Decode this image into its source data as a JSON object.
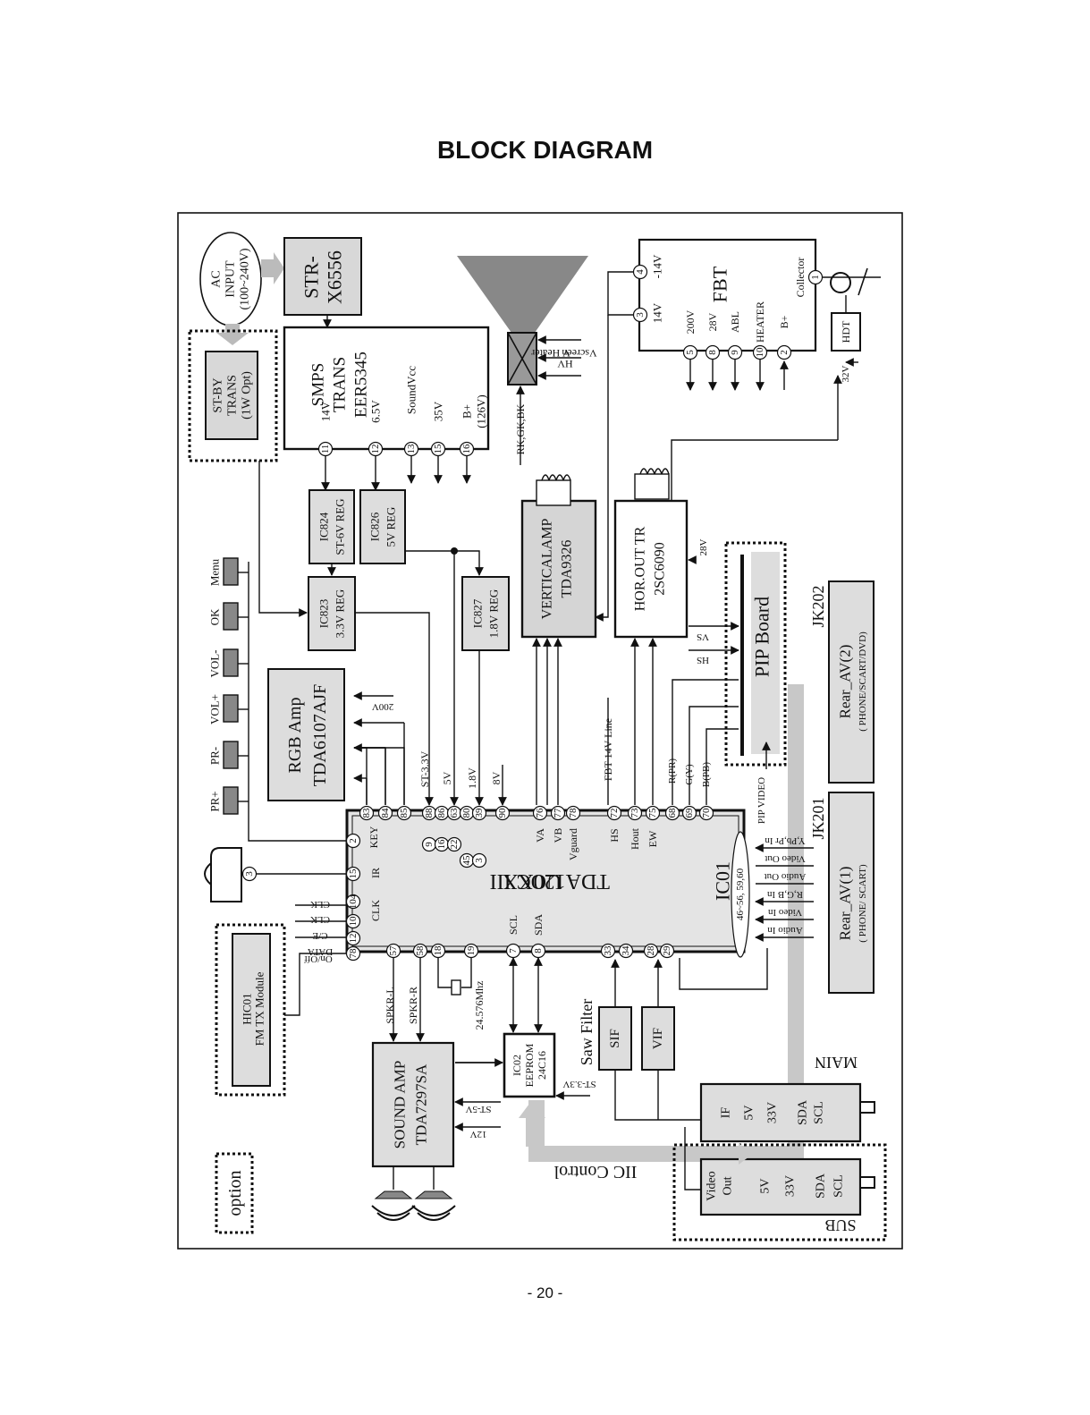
{
  "page": {
    "title": "BLOCK DIAGRAM",
    "page_number": "- 20 -"
  },
  "blocks": {
    "ac_input": [
      "AC",
      "INPUT",
      "(100~240V)"
    ],
    "str": [
      "STR-",
      "X6556"
    ],
    "stby": [
      "ST-BY",
      "TRANS",
      "(1W Opt)"
    ],
    "smps_title": [
      "SMPS",
      "TRANS",
      "EER5345"
    ],
    "smps_outputs": [
      "14V",
      "6.5V",
      "SoundVcc",
      "35V",
      "B+",
      "(126V)"
    ],
    "smps_pins": [
      "11",
      "12",
      "13",
      "15",
      "16"
    ],
    "crt_labels": [
      "V Heater",
      "HV",
      "Vscreen"
    ],
    "crt_rgb": "RK,GK,BK",
    "fbt": "FBT",
    "fbt_labels": [
      "14V",
      "-14V",
      "200V",
      "28V",
      "ABL",
      "HEATER",
      "B+",
      "Collector"
    ],
    "fbt_pins": [
      "4",
      "3",
      "5",
      "8",
      "9",
      "10",
      "2",
      "1"
    ],
    "hdt": "HDT",
    "v32": "32V",
    "ic824": [
      "IC824",
      "ST-6V REG"
    ],
    "ic826": [
      "IC826",
      "5V REG"
    ],
    "ic823": [
      "IC823",
      "3.3V REG"
    ],
    "ic827": [
      "IC827",
      "1.8V REG"
    ],
    "vert": [
      "VERTICALAMP",
      "TDA9326"
    ],
    "hor": [
      "HOR.OUT TR",
      "2SC6090"
    ],
    "v28": "28V",
    "pip": "PIP Board",
    "vs": "VS",
    "hs": "HS",
    "jk202": "JK202",
    "rear2": [
      "Rear_AV(2)",
      "( PHONE/SCART/DVD)"
    ],
    "jk201": "JK201",
    "rear1": [
      "Rear_AV(1)",
      "( PHONE/ SCART)"
    ],
    "rear1_sig": [
      "Y,Pb,Pr In",
      "Video Out",
      "Audio Out",
      "R,G,B In",
      "Video In",
      "Audio In"
    ],
    "keys": [
      "Menu",
      "OK",
      "VOL-",
      "VOL+",
      "PR-",
      "PR+"
    ],
    "rgb_amp": [
      "RGB Amp",
      "TDA6107AJF"
    ],
    "v200": "200V",
    "uoc": [
      "UOC III",
      "TDA120XX"
    ],
    "ic01": "IC01",
    "ic01_range": "46~56, 59,60",
    "uoc_top_labels": [
      "KEY",
      "ST-3.3V",
      "5V",
      "1.8V",
      "8V",
      "VA",
      "VB",
      "Vguard",
      "FBT 14V Line",
      "HS",
      "Hout",
      "EW",
      "R(PR)",
      "G(Y)",
      "B(PB)",
      "PIP VIDEO"
    ],
    "uoc_top_pins": [
      "83",
      "84",
      "85",
      "88",
      "86",
      "63",
      "80",
      "39",
      "90",
      "76",
      "77",
      "78",
      "72",
      "73",
      "75",
      "68",
      "69",
      "70"
    ],
    "uoc_top_pins2": [
      "9",
      "16",
      "22",
      "45",
      "3"
    ],
    "uoc_left_labels": [
      "IR",
      "CLK",
      "CLK",
      "C/E",
      "DATA",
      "On/Off"
    ],
    "uoc_left_pins": [
      "2",
      "15",
      "104",
      "10",
      "12",
      "78"
    ],
    "ir_pin": "3",
    "uoc_bottom_labels": [
      "SCL",
      "SDA",
      "SPKR-L",
      "SPKR-R",
      "24.576Mhz"
    ],
    "uoc_bottom_pins": [
      "57",
      "58",
      "18",
      "19",
      "7",
      "8",
      "33",
      "34",
      "28",
      "29"
    ],
    "fm": [
      "HIC01",
      "FM TX Module"
    ],
    "sound": [
      "SOUND AMP",
      "TDA7297SA"
    ],
    "sound_in": [
      "ST-5V",
      "12V"
    ],
    "eeprom": [
      "IC02",
      "EEPROM",
      "24C16"
    ],
    "st33": "ST-3.3V",
    "saw": "Saw Filter",
    "sif": "SIF",
    "vif": "VIF",
    "main": "MAIN",
    "tuner_main": [
      "IF",
      "5V",
      "33V",
      "SDA",
      "SCL"
    ],
    "sub": "SUB",
    "tuner_sub": [
      "Video",
      "Out",
      "5V",
      "33V",
      "SDA",
      "SCL"
    ],
    "iic": "IIC Control",
    "option": "option"
  }
}
